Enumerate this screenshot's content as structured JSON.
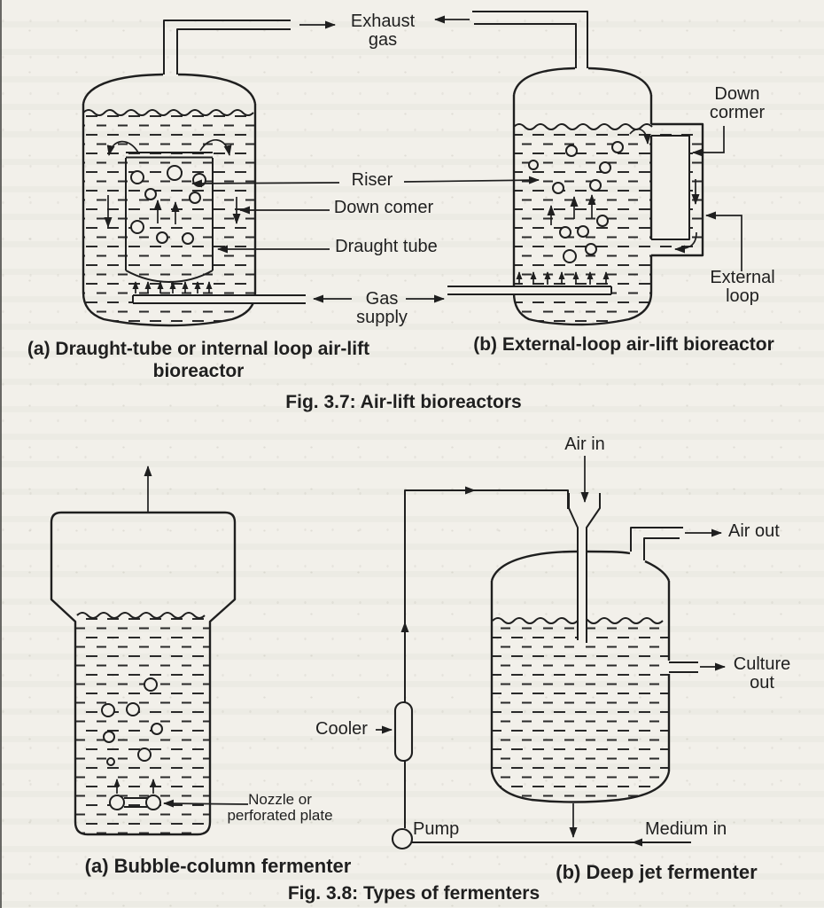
{
  "page": {
    "paper_color": "#f2f0ea",
    "ink_color": "#1f1f1f"
  },
  "fig_3_7": {
    "labels": {
      "exhaust_gas": "Exhaust\ngas",
      "riser": "Riser",
      "down_comer": "Down comer",
      "draught_tube": "Draught tube",
      "gas_supply": "Gas\nsupply",
      "down_cormer": "Down\ncormer",
      "external_loop": "External\nloop"
    },
    "caption_a": "(a) Draught-tube or internal loop air-lift\nbioreactor",
    "caption_b": "(b) External-loop air-lift bioreactor",
    "title": "Fig. 3.7: Air-lift bioreactors"
  },
  "fig_3_8": {
    "labels": {
      "air_in": "Air in",
      "air_out": "Air out",
      "culture_out": "Culture\nout",
      "cooler": "Cooler",
      "pump": "Pump",
      "medium_in": "Medium in",
      "nozzle": "Nozzle or\nperforated plate"
    },
    "caption_a": "(a) Bubble-column fermenter",
    "caption_b": "(b) Deep jet fermenter",
    "title": "Fig. 3.8: Types of fermenters"
  }
}
